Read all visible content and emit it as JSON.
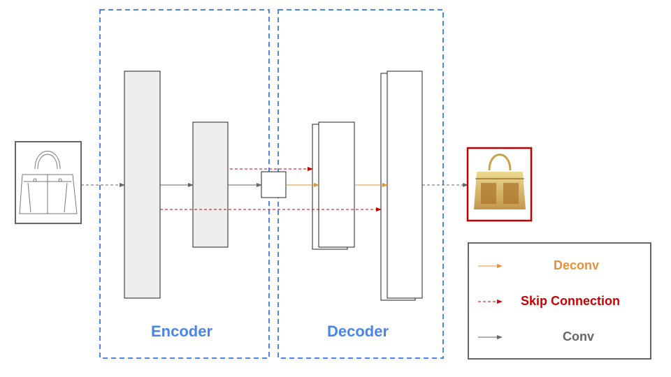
{
  "encoder": {
    "label": "Encoder"
  },
  "decoder": {
    "label": "Decoder"
  },
  "legend": {
    "deconv": "Deconv",
    "skip": "Skip Connection",
    "conv": "Conv"
  },
  "colors": {
    "encoder_box": "#4a86e8",
    "deconv": "#e69138",
    "skip": "#cc0000",
    "conv": "#666666",
    "block_fill": "#eeeeee",
    "output_border": "#c00000"
  },
  "images": {
    "input": "bag-sketch-icon",
    "output": "bag-photo-icon"
  }
}
